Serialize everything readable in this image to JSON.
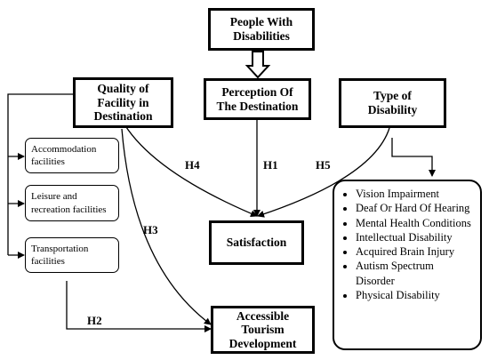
{
  "boxes": {
    "people": "People With\nDisabilities",
    "quality": "Quality of\nFacility in\nDestination",
    "perception": "Perception Of\nThe Destination",
    "type": "Type of\nDisability",
    "accommodation": "Accommodation\nfacilities",
    "leisure": "Leisure and\nrecreation facilities",
    "transportation": "Transportation\nfacilities",
    "satisfaction": "Satisfaction",
    "accessible": "Accessible\nTourism\nDevelopment"
  },
  "disability_types": [
    "Vision Impairment",
    "Deaf Or Hard Of Hearing",
    "Mental Health Conditions",
    "Intellectual Disability",
    "Acquired Brain Injury",
    "Autism Spectrum Disorder",
    "Physical Disability"
  ],
  "hypotheses": {
    "h1": "H1",
    "h2": "H2",
    "h3": "H3",
    "h4": "H4",
    "h5": "H5"
  }
}
